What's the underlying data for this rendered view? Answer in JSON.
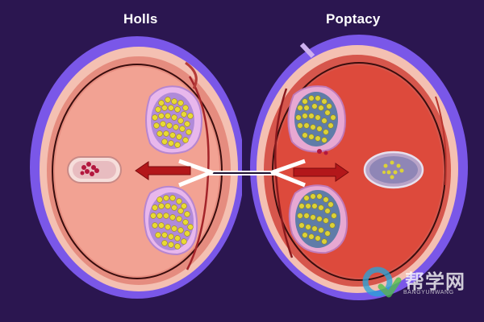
{
  "labels": {
    "left": "Holls",
    "right": "Poptacy"
  },
  "watermark": {
    "main": "帮学网",
    "sub": "BANGYUNWANG"
  },
  "colors": {
    "background": "#2b1650",
    "rim_purple": "#7a57e8",
    "left_fill": "#f2a293",
    "right_fill": "#dd4a3c",
    "arrow_red": "#b3171a",
    "granule_yellow": "#e8da33"
  },
  "icons": [
    "cell-left",
    "cell-right",
    "arrow-left",
    "arrow-right",
    "watermark-logo-icon"
  ]
}
